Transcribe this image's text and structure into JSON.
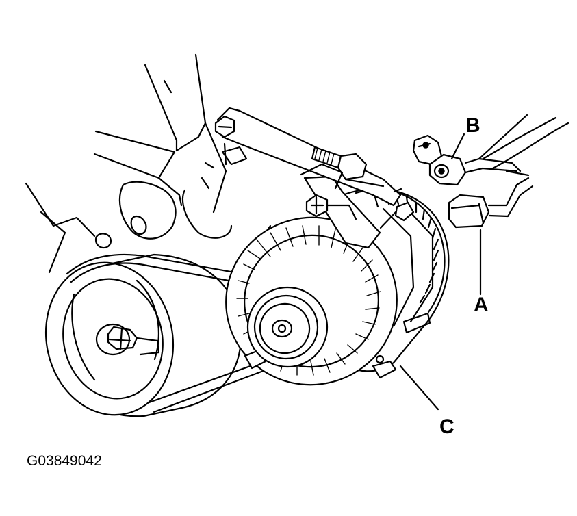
{
  "labels": {
    "a": "A",
    "b": "B",
    "c": "C"
  },
  "figure_id": "G03849042",
  "colors": {
    "ink": "#000000",
    "paper": "#ffffff"
  }
}
